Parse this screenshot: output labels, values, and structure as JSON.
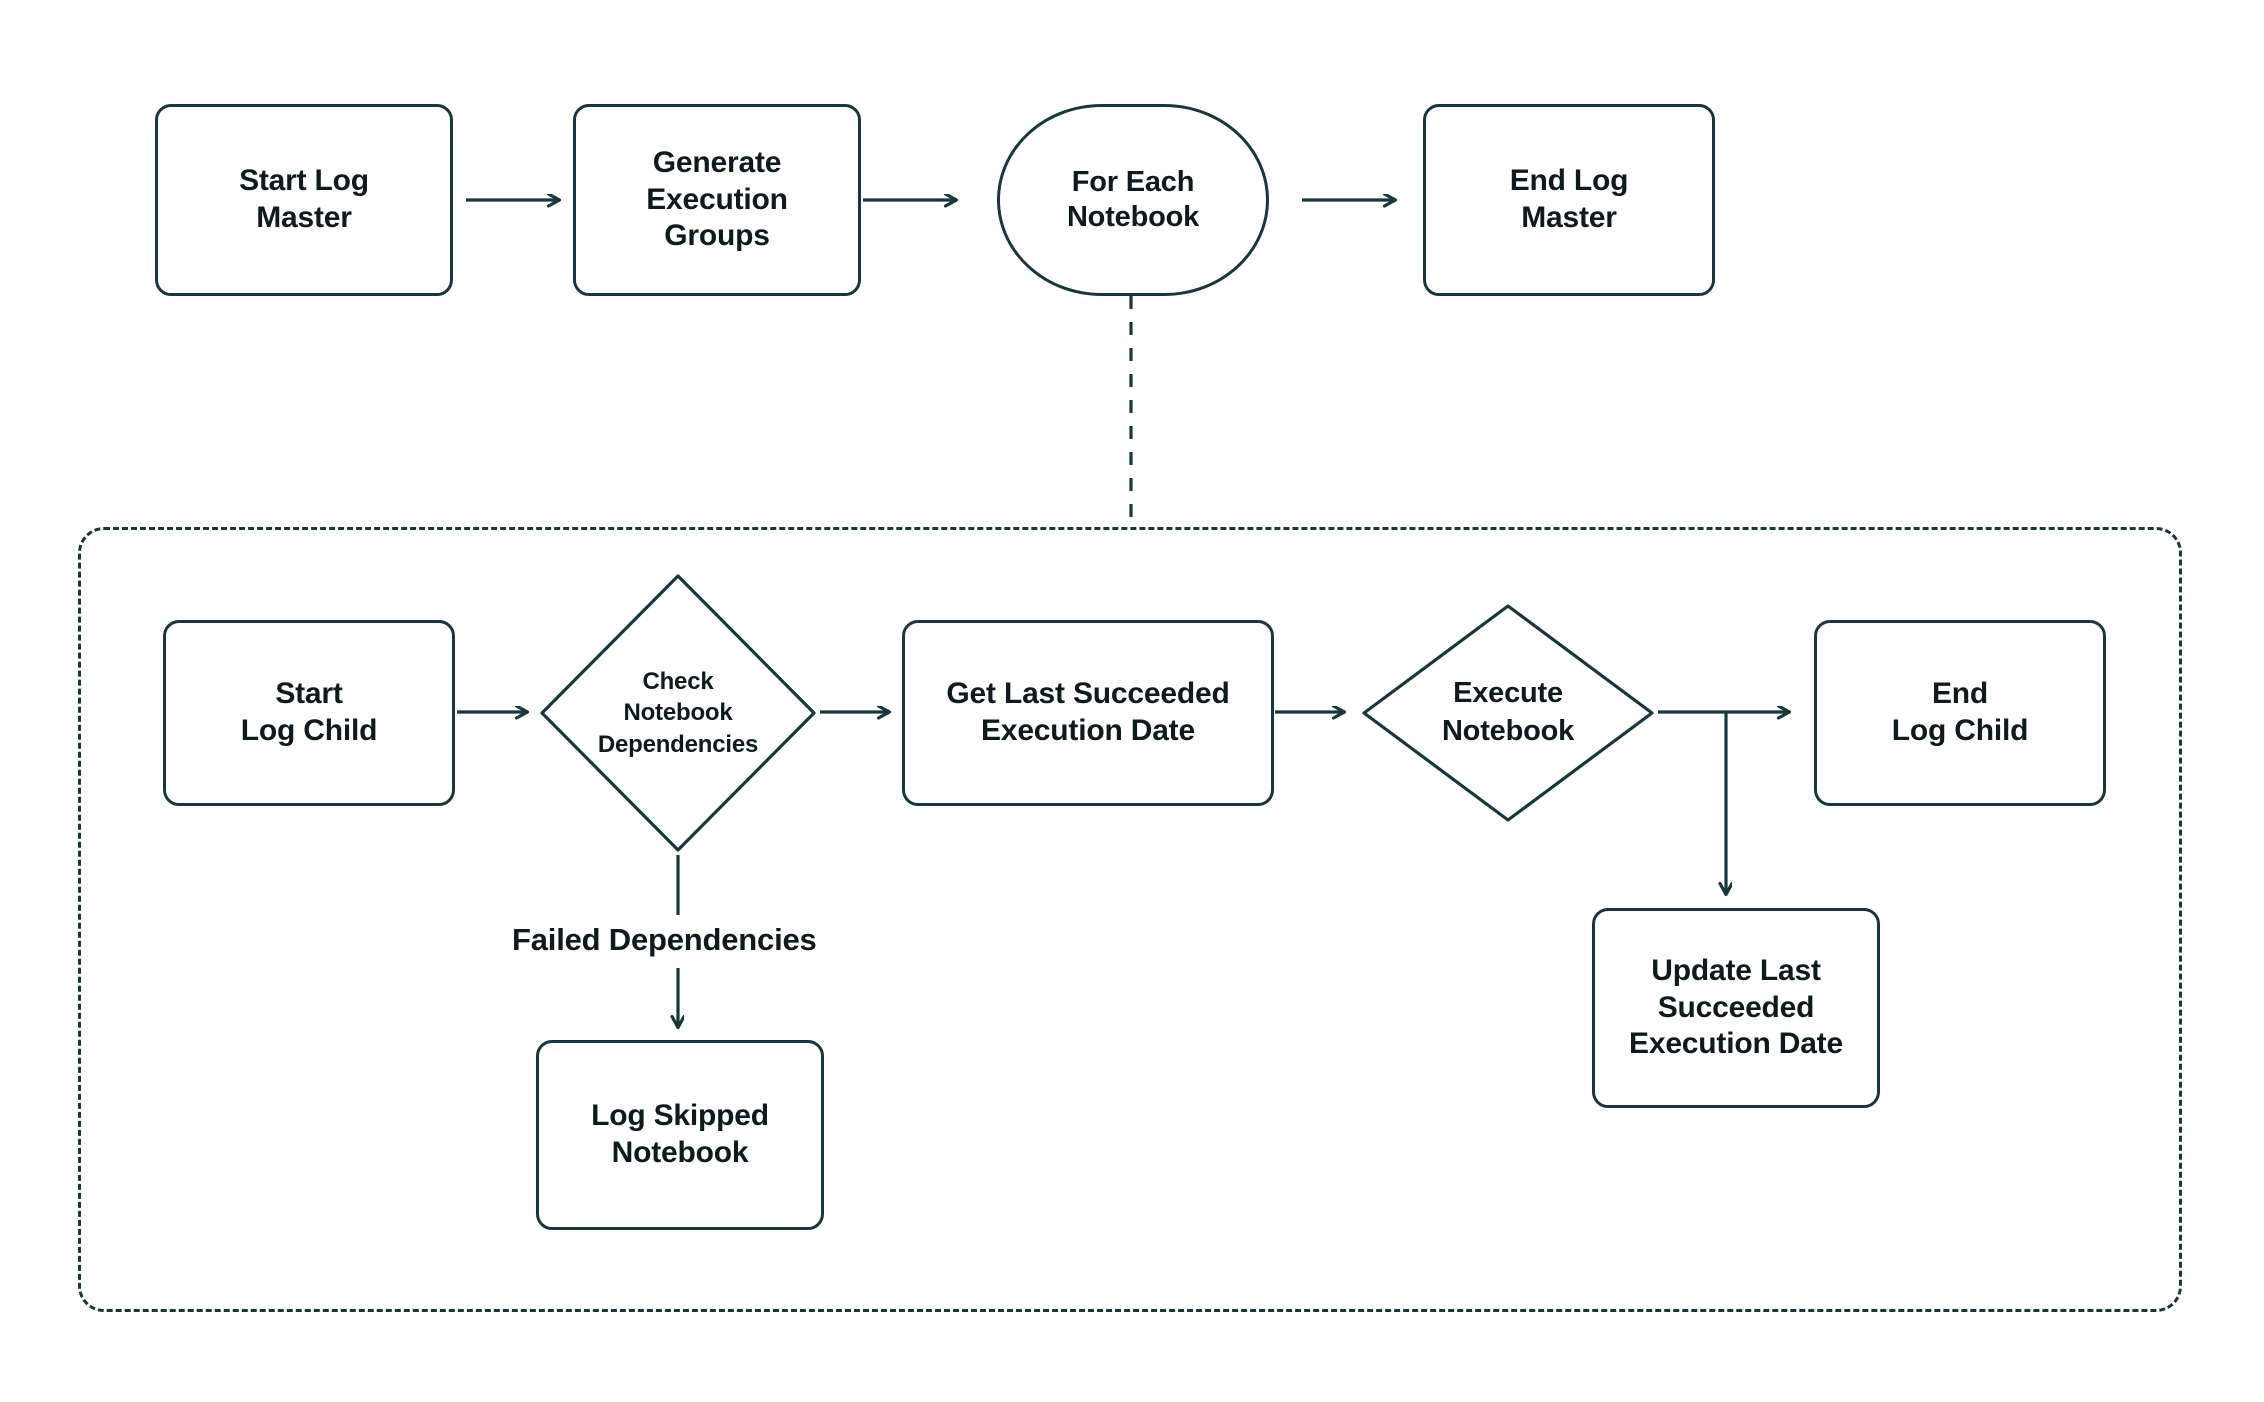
{
  "diagram": {
    "type": "flowchart",
    "title": "",
    "colors": {
      "stroke": "#17373d",
      "text": "#0d1b1e",
      "background": "#ffffff"
    },
    "nodes": [
      {
        "id": "start-log-master",
        "label": "Start Log\nMaster",
        "shape": "rounded-rect"
      },
      {
        "id": "generate-execution-groups",
        "label": "Generate\nExecution\nGroups",
        "shape": "rounded-rect"
      },
      {
        "id": "for-each-notebook",
        "label": "For Each\nNotebook",
        "shape": "stadium"
      },
      {
        "id": "end-log-master",
        "label": "End Log\nMaster",
        "shape": "rounded-rect"
      },
      {
        "id": "start-log-child",
        "label": "Start\nLog Child",
        "shape": "rounded-rect"
      },
      {
        "id": "check-notebook-dependencies",
        "label": "Check\nNotebook\nDependencies",
        "shape": "diamond"
      },
      {
        "id": "get-last-succeeded-execution-date",
        "label": "Get Last Succeeded\nExecution Date",
        "shape": "rounded-rect"
      },
      {
        "id": "execute-notebook",
        "label": "Execute\nNotebook",
        "shape": "diamond"
      },
      {
        "id": "end-log-child",
        "label": "End\nLog Child",
        "shape": "rounded-rect"
      },
      {
        "id": "log-skipped-notebook",
        "label": "Log Skipped\nNotebook",
        "shape": "rounded-rect"
      },
      {
        "id": "update-last-succeeded-execution-date",
        "label": "Update Last\nSucceeded\nExecution Date",
        "shape": "rounded-rect"
      }
    ],
    "edge_labels": [
      {
        "id": "failed-dependencies",
        "label": "Failed Dependencies"
      }
    ],
    "containers": [
      {
        "id": "notebook-loop-subgraph",
        "label": "",
        "style": "dashed"
      }
    ]
  }
}
